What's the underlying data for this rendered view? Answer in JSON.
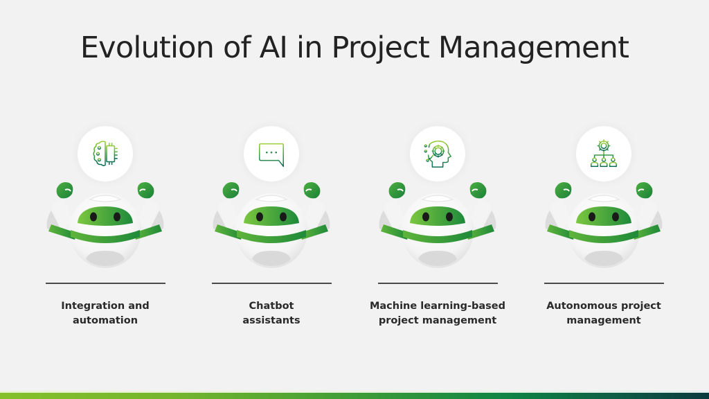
{
  "title": "Evolution of AI in Project Management",
  "colors": {
    "background": "#f2f2f2",
    "accent_green": "#3aa935",
    "dark_green": "#1f8a3a",
    "light_green": "#7cc242",
    "text": "#222222",
    "divider": "#4a4a4a"
  },
  "stages": [
    {
      "icon": "brain-chip-icon",
      "label_line1": "Integration and",
      "label_line2": "automation"
    },
    {
      "icon": "chat-bubble-icon",
      "label_line1": "Chatbot",
      "label_line2": "assistants"
    },
    {
      "icon": "head-gear-icon",
      "label_line1": "Machine learning-based",
      "label_line2": "project management"
    },
    {
      "icon": "gear-team-icon",
      "label_line1": "Autonomous project",
      "label_line2": "management"
    }
  ]
}
